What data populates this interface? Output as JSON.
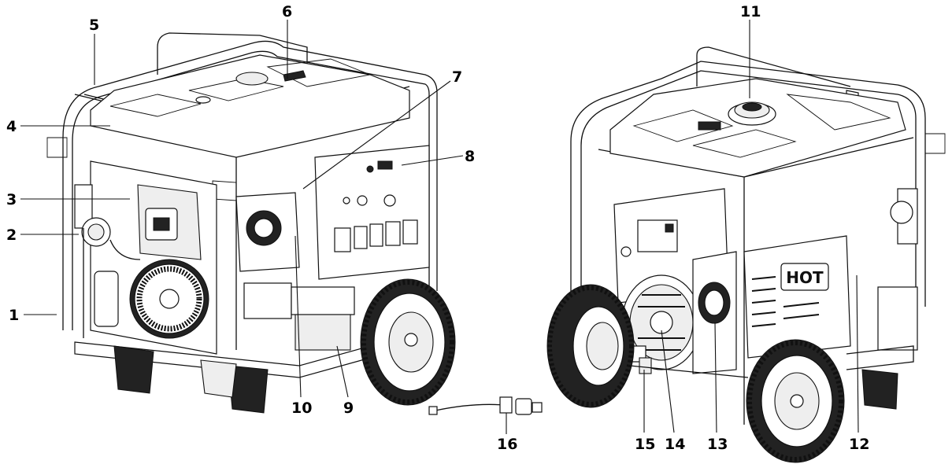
{
  "callouts": {
    "c1": "1",
    "c2": "2",
    "c3": "3",
    "c4": "4",
    "c5": "5",
    "c6": "6",
    "c7": "7",
    "c8": "8",
    "c9": "9",
    "c10": "10",
    "c11": "11",
    "c12": "12",
    "c13": "13",
    "c14": "14",
    "c15": "15",
    "c16": "16"
  },
  "labels": {
    "hot_warning": "HOT"
  }
}
